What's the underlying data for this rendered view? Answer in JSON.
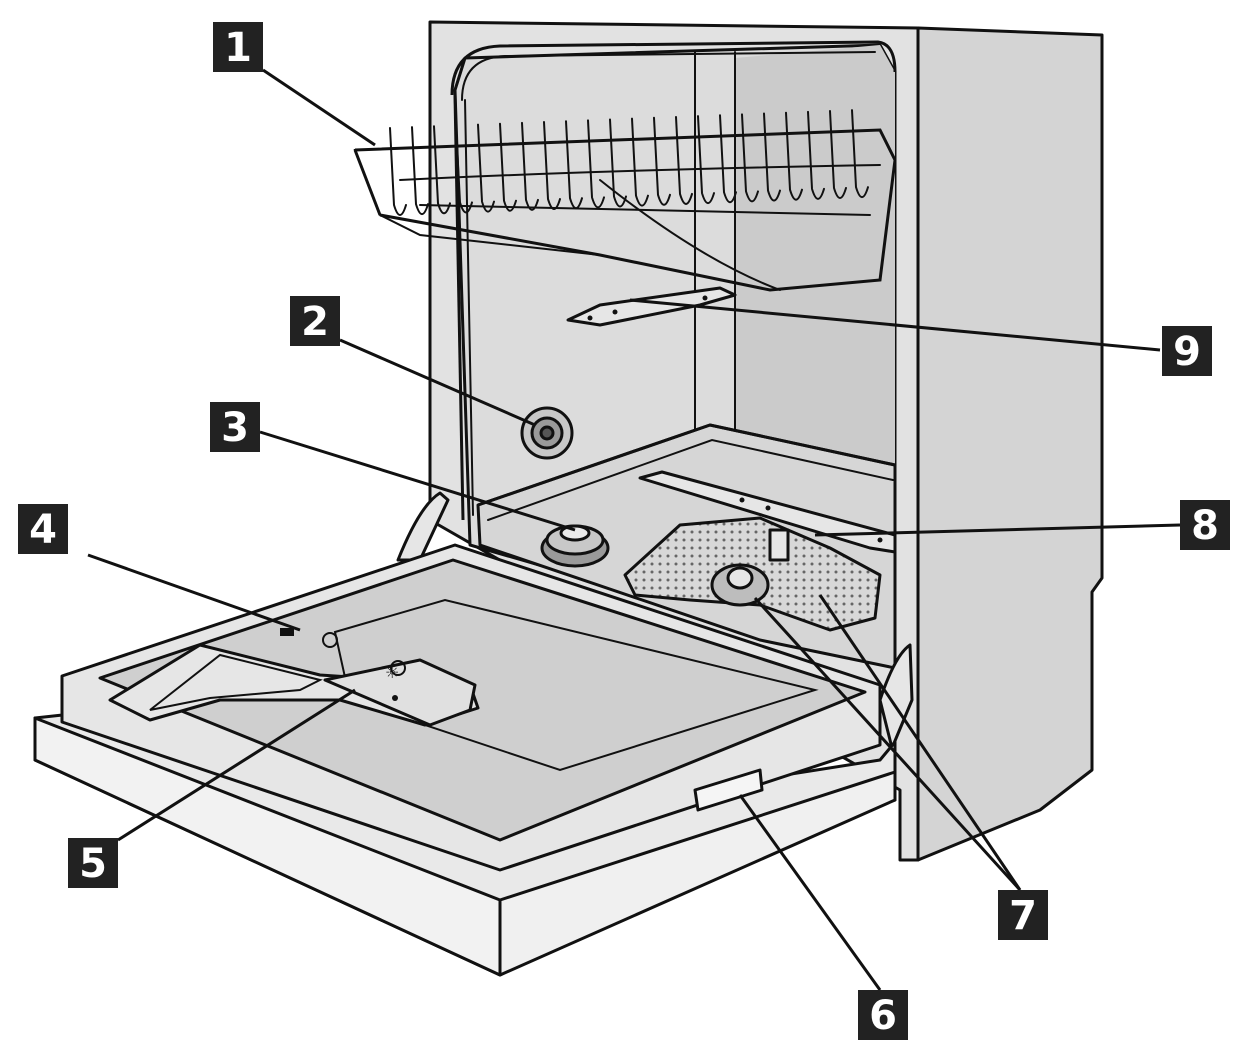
{
  "figure": {
    "callouts": [
      {
        "label": "1"
      },
      {
        "label": "2"
      },
      {
        "label": "3"
      },
      {
        "label": "4"
      },
      {
        "label": "5"
      },
      {
        "label": "6"
      },
      {
        "label": "7"
      },
      {
        "label": "8"
      },
      {
        "label": "9"
      }
    ]
  },
  "colors": {
    "outline": "#111111",
    "cabinet_fill": "#e2e2e2",
    "cabinet_side": "#d4d4d4",
    "tub_back": "#dcdcdc",
    "door_fill": "#e6e6e6",
    "door_inner": "#cfcfcf",
    "callout_box": "#222222",
    "callout_text": "#ffffff"
  }
}
